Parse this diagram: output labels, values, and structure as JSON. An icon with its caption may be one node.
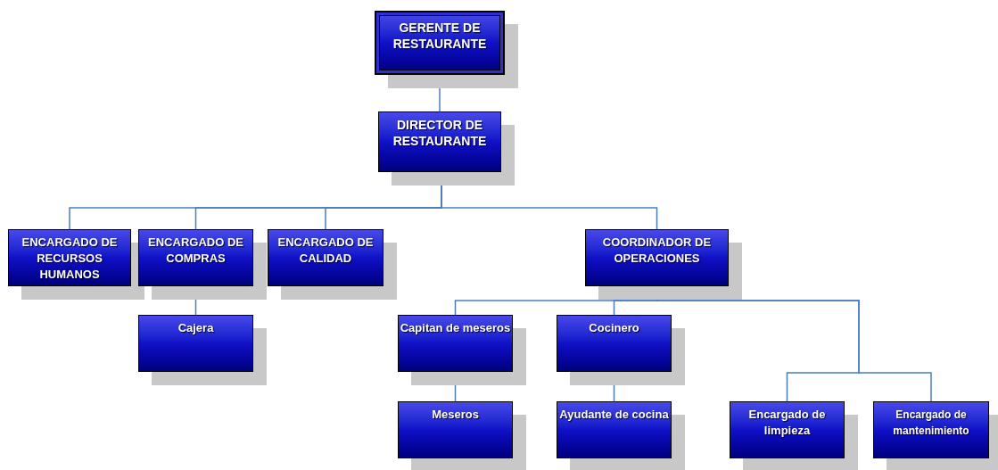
{
  "diagram": {
    "nodes": [
      {
        "text": [
          "GERENTE DE RESTAURANTE"
        ]
      },
      {
        "text": [
          "DIRECTOR DE RESTAURANTE"
        ]
      },
      {
        "text": [
          "ENCARGADO DE RECURSOS HUMANOS"
        ]
      },
      {
        "text": [
          "ENCARGADO DE COMPRAS"
        ]
      },
      {
        "text": [
          "ENCARGADO DE CALIDAD"
        ]
      },
      {
        "text": [
          "COORDINADOR DE OPERACIONES"
        ]
      },
      {
        "text": [
          "Cajera"
        ]
      },
      {
        "text": [
          "Capitan de meseros"
        ]
      },
      {
        "text": [
          "Cocinero"
        ]
      },
      {
        "text": [
          "Meseros"
        ]
      },
      {
        "text": [
          "Ayudante de cocina"
        ]
      },
      {
        "text": [
          "Encargado de limpieza"
        ]
      },
      {
        "text": [
          "Encargado de mantenimiento"
        ]
      }
    ],
    "edges": [
      {
        "from": 0,
        "to": 1,
        "arrow": "none"
      },
      {
        "from": 1,
        "to": 2,
        "arrow": "none"
      },
      {
        "from": 1,
        "to": 3,
        "arrow": "none"
      },
      {
        "from": 1,
        "to": 4,
        "arrow": "none"
      },
      {
        "from": 1,
        "to": 5,
        "arrow": "none"
      },
      {
        "from": 3,
        "to": 6,
        "arrow": "none"
      },
      {
        "from": 5,
        "to": 7,
        "arrow": "none"
      },
      {
        "from": 5,
        "to": 8,
        "arrow": "none"
      },
      {
        "from": 5,
        "to": 11,
        "arrow": "none"
      },
      {
        "from": 5,
        "to": 12,
        "arrow": "none"
      },
      {
        "from": 7,
        "to": 9,
        "arrow": "none"
      },
      {
        "from": 8,
        "to": 10,
        "arrow": "none"
      }
    ]
  }
}
